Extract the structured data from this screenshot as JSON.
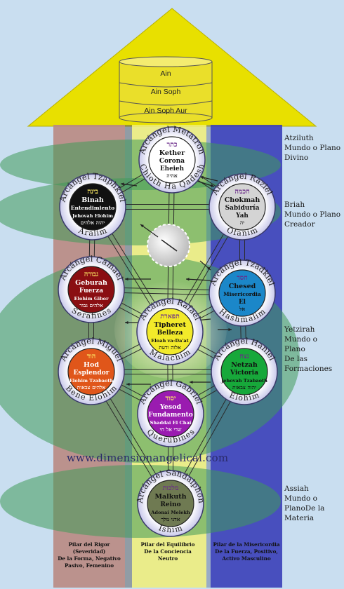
{
  "ain_levels": [
    {
      "label": "Ain"
    },
    {
      "label": "Ain Soph"
    },
    {
      "label": "Ain Soph Aur"
    }
  ],
  "worlds": [
    {
      "name": "Atziluth",
      "text": "Atziluth\nMundo o Plano\nDivino"
    },
    {
      "name": "Briah",
      "text": "Briah\nMundo o Plano\nCreador"
    },
    {
      "name": "Yetzirah",
      "text": "Yetzirah\nMundo o\nPlano\nDe las\nFormaciones"
    },
    {
      "name": "Assiah",
      "text": "Assiah\nMundo o\nPlanoDe la\nMateria"
    }
  ],
  "pillars": [
    {
      "text": "Pilar del Rigor (Severidad)\nDe la Forma, Negativo\nPasivo, Femenino"
    },
    {
      "text": "Pilar del Equilibrio\nDe la Conciencia\nNeutro"
    },
    {
      "text": "Pilar de la Misericordia\nDe la Fuerza, Positivo,\nActivo Masculino"
    }
  ],
  "sephiroth": [
    {
      "key": "kether",
      "hebrew": "כתר",
      "lines": [
        "Kether",
        "Corona",
        "Eheieh"
      ],
      "divine": "אהיה",
      "archangel": "Arcángel Metatron",
      "angels": "Chioth Ha Qadesh",
      "color": "#ffffff",
      "text_color": "#111111"
    },
    {
      "key": "chokmah",
      "hebrew": "חכמה",
      "lines": [
        "Chokmah",
        "Sabiduría",
        "Yah"
      ],
      "divine": "יה",
      "archangel": "Arcángel Raziel",
      "angels": "Ofanim",
      "color": "#d4d4d4",
      "text_color": "#111111"
    },
    {
      "key": "binah",
      "hebrew": "בינה",
      "lines": [
        "Binah",
        "Entendimiento",
        "Jehovah Elohim"
      ],
      "divine": "יהוה אלהים",
      "archangel": "Arcángel Tzaphkiel",
      "angels": "Aralim",
      "color": "#111111",
      "text_color": "#ffffff"
    },
    {
      "key": "chesed",
      "hebrew": "חסד",
      "lines": [
        "Chesed",
        "Misericordia",
        "El"
      ],
      "divine": "אל",
      "archangel": "Arcángel Tzadkiel",
      "angels": "Hashmalim",
      "color": "#1b87c9",
      "text_color": "#111111"
    },
    {
      "key": "geburah",
      "hebrew": "גבורה",
      "lines": [
        "Geburah",
        "Fuerza",
        "Elohim Gibor"
      ],
      "divine": "אלהים גבור",
      "archangel": "Arcángel Camael",
      "angels": "Serafines",
      "color": "#8a0e12",
      "text_color": "#ffffff"
    },
    {
      "key": "tiphareth",
      "hebrew": "תפארת",
      "lines": [
        "Tipheret",
        "Belleza",
        "Eloah va-Da'at"
      ],
      "divine": "אלוה ודעת",
      "archangel": "Arcángel Rafael",
      "angels": "Malachim",
      "color": "#f2ea2a",
      "text_color": "#111111"
    },
    {
      "key": "netzach",
      "hebrew": "נצח",
      "lines": [
        "Netzah",
        "Victoria",
        "Jehovah Tzabaoth"
      ],
      "divine": "יהוה צבאות",
      "archangel": "Arcángel Haniel",
      "angels": "Elohim",
      "color": "#17a83a",
      "text_color": "#111111"
    },
    {
      "key": "hod",
      "hebrew": "הוד",
      "lines": [
        "Hod",
        "Esplendor",
        "Elohim Tzabaoth"
      ],
      "divine": "אלהים צבאות",
      "archangel": "Arcángel Miguel",
      "angels": "Bene Elohim",
      "color": "#e0561a",
      "text_color": "#ffffff"
    },
    {
      "key": "yesod",
      "hebrew": "יסוד",
      "lines": [
        "Yesod",
        "Fundamento",
        "Shaddai El Chai"
      ],
      "divine": "שדי אל חי",
      "archangel": "Arcángel Gabriel",
      "angels": "Querubines",
      "color": "#9a1bb0",
      "text_color": "#ffffff"
    },
    {
      "key": "malkuth",
      "hebrew": "מלכות",
      "lines": [
        "Malkuth",
        "Reino",
        "Adonai Melekh"
      ],
      "divine": "אדני מלך",
      "archangel": "Arcángel Sandalphon",
      "angels": "Ishim",
      "color": "#6f7a52",
      "text_color": "#111111"
    }
  ],
  "watermark": "www.dimensionangelical.com",
  "colors": {
    "background": "#c9def0",
    "triangle": "#e8e000",
    "left_pillar": "#b98a82",
    "middle_pillar": "#f0ee78",
    "right_pillar": "#3a3fb8",
    "world_band": "#3f9a5a"
  }
}
